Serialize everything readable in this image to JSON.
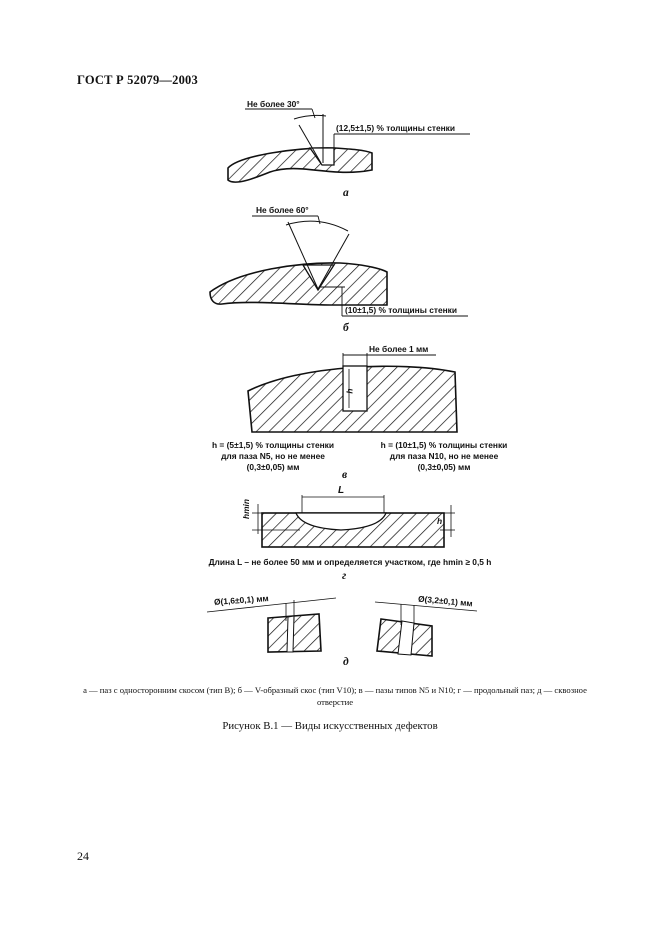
{
  "header": {
    "title": "ГОСТ Р 52079—2003"
  },
  "fig_a": {
    "angle_label": "Не более 30°",
    "depth_label": "(12,5±1,5) %  толщины стенки",
    "sublabel": "а"
  },
  "fig_b": {
    "angle_label": "Не более 60°",
    "depth_label": "(10±1,5) %  толщины стенки",
    "sublabel": "б"
  },
  "fig_v": {
    "width_label": "Не более 1 мм",
    "h_mark": "h",
    "left_formula": [
      "h = (5±1,5) % толщины стенки",
      "для паза N5, но не менее",
      "(0,3±0,05) мм"
    ],
    "right_formula": [
      "h = (10±1,5) % толщины стенки",
      "для паза N10, но не менее",
      "(0,3±0,05) мм"
    ],
    "sublabel": "в"
  },
  "fig_g": {
    "L_mark": "L",
    "hmin_mark": "hmin",
    "h_mark": "h",
    "length_note": "Длина L – не более 50 мм и определяется участком, где hmin ≥ 0,5 h",
    "sublabel": "г"
  },
  "fig_d": {
    "left_hole_label": "Ø(1,6±0,1) мм",
    "right_hole_label": "Ø(3,2±0,1) мм",
    "sublabel": "д"
  },
  "legend": "а — паз с односторонним скосом (тип В); б — V-образный скос (тип V10); в — пазы типов N5 и N10; г — продольный паз; д — сквозное отверстие",
  "caption": "Рисунок В.1 — Виды искусственных дефектов",
  "page_number": "24"
}
